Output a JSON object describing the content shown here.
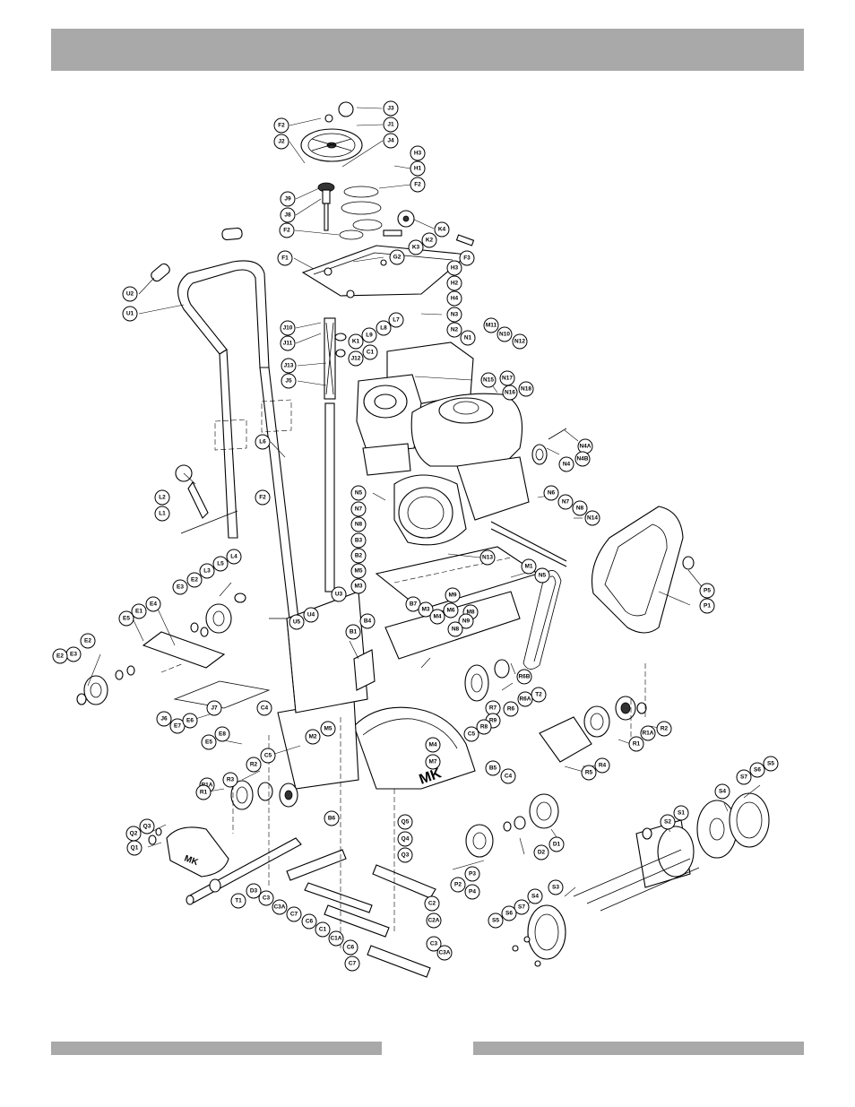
{
  "brand_text": "MK",
  "callouts": [
    {
      "id": "j3",
      "text": "J3"
    },
    {
      "id": "f2-top",
      "text": "F2"
    },
    {
      "id": "j1",
      "text": "J1"
    },
    {
      "id": "j2",
      "text": "J2"
    },
    {
      "id": "j4",
      "text": "J4"
    },
    {
      "id": "h3-top",
      "text": "H3"
    },
    {
      "id": "h1",
      "text": "H1"
    },
    {
      "id": "f2-ring",
      "text": "F2"
    },
    {
      "id": "j9",
      "text": "J9"
    },
    {
      "id": "j8",
      "text": "J8"
    },
    {
      "id": "k4",
      "text": "K4"
    },
    {
      "id": "k2",
      "text": "K2"
    },
    {
      "id": "k3",
      "text": "K3"
    },
    {
      "id": "f2-mid",
      "text": "F2"
    },
    {
      "id": "f1",
      "text": "F1"
    },
    {
      "id": "g2",
      "text": "G2"
    },
    {
      "id": "f3",
      "text": "F3"
    },
    {
      "id": "h3",
      "text": "H3"
    },
    {
      "id": "h2",
      "text": "H2"
    },
    {
      "id": "h4",
      "text": "H4"
    },
    {
      "id": "u2",
      "text": "U2"
    },
    {
      "id": "u1",
      "text": "U1"
    },
    {
      "id": "n3",
      "text": "N3"
    },
    {
      "id": "n2",
      "text": "N2"
    },
    {
      "id": "n1",
      "text": "N1"
    },
    {
      "id": "m11",
      "text": "M11"
    },
    {
      "id": "n10",
      "text": "N10"
    },
    {
      "id": "n12",
      "text": "N12"
    },
    {
      "id": "j10",
      "text": "J10"
    },
    {
      "id": "j11",
      "text": "J11"
    },
    {
      "id": "k1",
      "text": "K1"
    },
    {
      "id": "l9",
      "text": "L9"
    },
    {
      "id": "l8",
      "text": "L8"
    },
    {
      "id": "l7",
      "text": "L7"
    },
    {
      "id": "j12",
      "text": "J12"
    },
    {
      "id": "c1",
      "text": "C1"
    },
    {
      "id": "j13",
      "text": "J13"
    },
    {
      "id": "j5",
      "text": "J5"
    },
    {
      "id": "n15",
      "text": "N15"
    },
    {
      "id": "n17",
      "text": "N17"
    },
    {
      "id": "n16",
      "text": "N16"
    },
    {
      "id": "n18",
      "text": "N18"
    },
    {
      "id": "l6",
      "text": "L6"
    },
    {
      "id": "n4a",
      "text": "N4A"
    },
    {
      "id": "n4",
      "text": "N4"
    },
    {
      "id": "n4b",
      "text": "N4B"
    },
    {
      "id": "l2",
      "text": "L2"
    },
    {
      "id": "l1",
      "text": "L1"
    },
    {
      "id": "f2-low",
      "text": "F2"
    },
    {
      "id": "n5-left",
      "text": "N5"
    },
    {
      "id": "n7-left",
      "text": "N7"
    },
    {
      "id": "n8-left",
      "text": "N8"
    },
    {
      "id": "n6",
      "text": "N6"
    },
    {
      "id": "n7",
      "text": "N7"
    },
    {
      "id": "n8",
      "text": "N8"
    },
    {
      "id": "n14",
      "text": "N14"
    },
    {
      "id": "b3",
      "text": "B3"
    },
    {
      "id": "b2",
      "text": "B2"
    },
    {
      "id": "l4",
      "text": "L4"
    },
    {
      "id": "l5",
      "text": "L5"
    },
    {
      "id": "l3",
      "text": "L3"
    },
    {
      "id": "n13",
      "text": "N13"
    },
    {
      "id": "m5-top",
      "text": "M5"
    },
    {
      "id": "m3-top",
      "text": "M3"
    },
    {
      "id": "m1",
      "text": "M1"
    },
    {
      "id": "n5",
      "text": "N5"
    },
    {
      "id": "p5",
      "text": "P5"
    },
    {
      "id": "p1",
      "text": "P1"
    },
    {
      "id": "u3",
      "text": "U3"
    },
    {
      "id": "e2-a",
      "text": "E2"
    },
    {
      "id": "e3-a",
      "text": "E3"
    },
    {
      "id": "e4",
      "text": "E4"
    },
    {
      "id": "e1",
      "text": "E1"
    },
    {
      "id": "e5",
      "text": "E5"
    },
    {
      "id": "u5",
      "text": "U5"
    },
    {
      "id": "u4",
      "text": "U4"
    },
    {
      "id": "m9",
      "text": "M9"
    },
    {
      "id": "b7",
      "text": "B7"
    },
    {
      "id": "m3-mid",
      "text": "M3"
    },
    {
      "id": "m8",
      "text": "M8"
    },
    {
      "id": "m4-mid",
      "text": "M4"
    },
    {
      "id": "m6",
      "text": "M6"
    },
    {
      "id": "n9",
      "text": "N9"
    },
    {
      "id": "n8-mid",
      "text": "N8"
    },
    {
      "id": "b4",
      "text": "B4"
    },
    {
      "id": "b1",
      "text": "B1"
    },
    {
      "id": "e3-b",
      "text": "E3"
    },
    {
      "id": "e2-b",
      "text": "E2"
    },
    {
      "id": "e2-c",
      "text": "E2"
    },
    {
      "id": "r6b",
      "text": "R6B"
    },
    {
      "id": "t2",
      "text": "T2"
    },
    {
      "id": "r6a",
      "text": "R6A"
    },
    {
      "id": "r6",
      "text": "R6"
    },
    {
      "id": "r7",
      "text": "R7"
    },
    {
      "id": "r9",
      "text": "R9"
    },
    {
      "id": "r8",
      "text": "R8"
    },
    {
      "id": "r1a-right",
      "text": "R1A"
    },
    {
      "id": "r2-right",
      "text": "R2"
    },
    {
      "id": "r1-right",
      "text": "R1"
    },
    {
      "id": "j6",
      "text": "J6"
    },
    {
      "id": "e7",
      "text": "E7"
    },
    {
      "id": "e6",
      "text": "E6"
    },
    {
      "id": "j7",
      "text": "J7"
    },
    {
      "id": "c4-top",
      "text": "C4"
    },
    {
      "id": "m5-low",
      "text": "M5"
    },
    {
      "id": "m2",
      "text": "M2"
    },
    {
      "id": "c5-right",
      "text": "C5"
    },
    {
      "id": "m4-low",
      "text": "M4"
    },
    {
      "id": "m7",
      "text": "M7"
    },
    {
      "id": "r4",
      "text": "R4"
    },
    {
      "id": "r5",
      "text": "R5"
    },
    {
      "id": "e5-low",
      "text": "E5"
    },
    {
      "id": "e8",
      "text": "E8"
    },
    {
      "id": "c5-left",
      "text": "C5"
    },
    {
      "id": "b5",
      "text": "B5"
    },
    {
      "id": "c4-right",
      "text": "C4"
    },
    {
      "id": "r2-left",
      "text": "R2"
    },
    {
      "id": "r3",
      "text": "R3"
    },
    {
      "id": "r1a-left",
      "text": "R1A"
    },
    {
      "id": "r1-left",
      "text": "R1"
    },
    {
      "id": "s5-top",
      "text": "S5"
    },
    {
      "id": "s6-top",
      "text": "S6"
    },
    {
      "id": "s7-top",
      "text": "S7"
    },
    {
      "id": "s4-top",
      "text": "S4"
    },
    {
      "id": "b6",
      "text": "B6"
    },
    {
      "id": "s1",
      "text": "S1"
    },
    {
      "id": "s2",
      "text": "S2"
    },
    {
      "id": "q3",
      "text": "Q3"
    },
    {
      "id": "q2",
      "text": "Q2"
    },
    {
      "id": "q1",
      "text": "Q1"
    },
    {
      "id": "q5",
      "text": "Q5"
    },
    {
      "id": "q4",
      "text": "Q4"
    },
    {
      "id": "q3-low",
      "text": "Q3"
    },
    {
      "id": "d1",
      "text": "D1"
    },
    {
      "id": "d2",
      "text": "D2"
    },
    {
      "id": "d3",
      "text": "D3"
    },
    {
      "id": "c3",
      "text": "C3"
    },
    {
      "id": "p2",
      "text": "P2"
    },
    {
      "id": "p3",
      "text": "P3"
    },
    {
      "id": "p4",
      "text": "P4"
    },
    {
      "id": "t1",
      "text": "T1"
    },
    {
      "id": "c3a",
      "text": "C3A"
    },
    {
      "id": "c7",
      "text": "C7"
    },
    {
      "id": "c6",
      "text": "C6"
    },
    {
      "id": "c2",
      "text": "C2"
    },
    {
      "id": "s3",
      "text": "S3"
    },
    {
      "id": "s4-low",
      "text": "S4"
    },
    {
      "id": "s7-low",
      "text": "S7"
    },
    {
      "id": "s6-low",
      "text": "S6"
    },
    {
      "id": "s5-low",
      "text": "S5"
    },
    {
      "id": "c1-low",
      "text": "C1"
    },
    {
      "id": "c1a",
      "text": "C1A"
    },
    {
      "id": "c2a",
      "text": "C2A"
    },
    {
      "id": "c6-low",
      "text": "C6"
    },
    {
      "id": "c7-low",
      "text": "C7"
    },
    {
      "id": "c3-low",
      "text": "C3"
    },
    {
      "id": "c3a-low",
      "text": "C3A"
    }
  ]
}
